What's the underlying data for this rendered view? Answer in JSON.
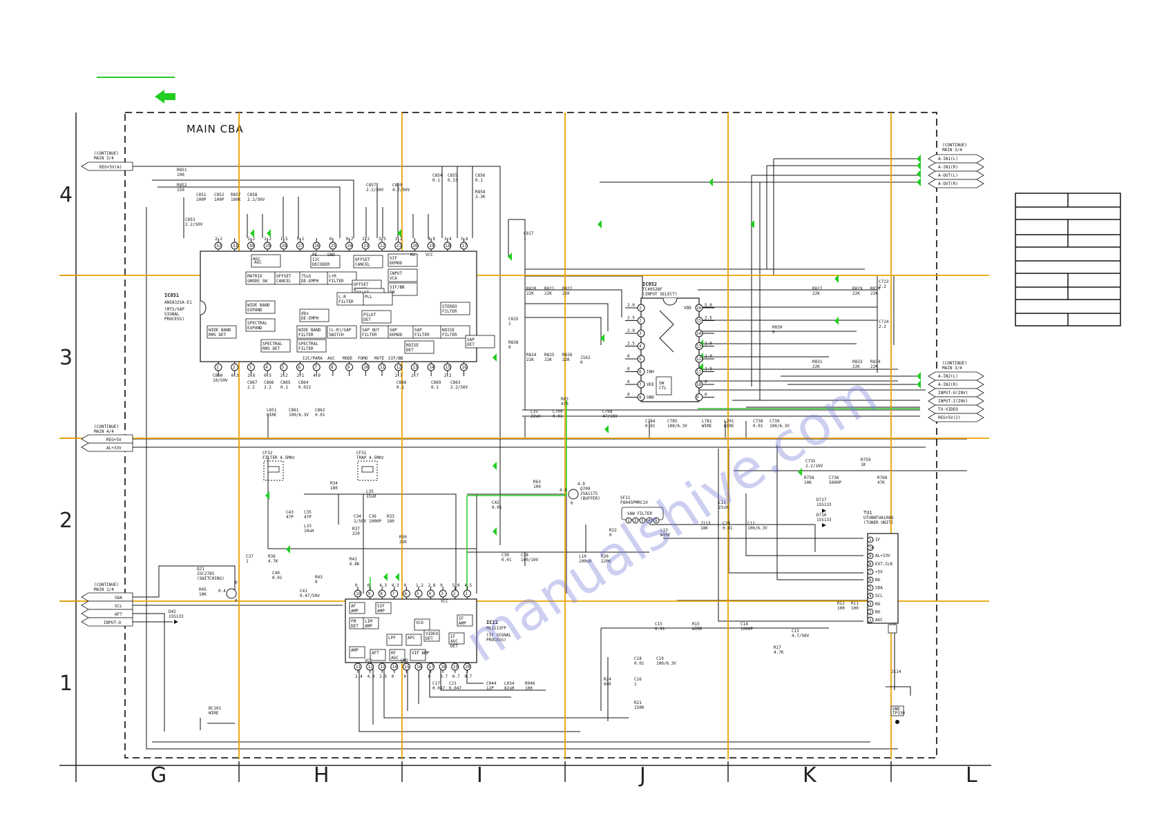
{
  "title": "MAIN CBA",
  "rows": [
    "4",
    "3",
    "2",
    "1"
  ],
  "cols": [
    "G",
    "H",
    "I",
    "J",
    "K",
    "L"
  ],
  "watermark": "manualshive.com",
  "colors": {
    "accent_green": "#22cc22",
    "grid_orange": "#e8a200",
    "ink": "#111111"
  },
  "left_connectors": [
    {
      "group": "(CONTINUE)\nMAIN 3/4",
      "signals": [
        "REG+5V(A)"
      ]
    },
    {
      "group": "(CONTINUE)\nMAIN 4/4",
      "signals": [
        "REG+5V",
        "AL+33V"
      ]
    },
    {
      "group": "(CONTINUE)\nMAIN 1/4",
      "signals": [
        "SDA",
        "SCL",
        "AFT",
        "INPUT-O"
      ]
    }
  ],
  "right_connectors": [
    {
      "group": "(CONTINUE)\nMAIN 3/4",
      "signals": [
        "A-IN1(L)",
        "A-IN1(R)",
        "A-OUT(L)",
        "A-OUT(R)"
      ]
    },
    {
      "group": "(CONTINUE)\nMAIN 3/4",
      "signals": [
        "A-IN2(L)",
        "A-IN2(R)",
        "INPUT-O(INV)",
        "INPUT-I(INV)",
        "TU-VIDEO",
        "REG+5V(2)"
      ]
    }
  ],
  "ic851": {
    "name": "IC851",
    "part": "AN5832SA-E1",
    "desc": "(MTS/SAP\nSIGNAL\nPROCESS)",
    "top_pins": [
      "32",
      "31",
      "30",
      "29",
      "28",
      "27",
      "26",
      "25",
      "24",
      "23",
      "22",
      "21",
      "20",
      "19",
      "18",
      "17"
    ],
    "top_volts": [
      "2.2",
      "",
      "2.2",
      "2.2",
      "1.5",
      "5.1",
      "",
      "0",
      "0.2",
      "2.2",
      "3.5",
      "2.2",
      "",
      "4.9",
      "3.4",
      "3.4"
    ],
    "bottom_pins": [
      "1",
      "2",
      "3",
      "4",
      "5",
      "6",
      "7",
      "8",
      "9",
      "10",
      "11",
      "12",
      "13",
      "14",
      "15",
      "16"
    ],
    "bottom_volts": [
      "",
      "0.3",
      "2.8",
      "0.5",
      "2.2",
      "2.1",
      "4.9",
      "",
      "",
      "",
      "",
      "2.7",
      "2.7",
      "",
      "2.2",
      ""
    ],
    "top_names": [
      "AGC",
      "PE",
      "GND",
      "NU",
      "VCC"
    ],
    "bottom_names": [
      "I2C/PARA",
      "AGC",
      "MODE",
      "FOMO",
      "MUTE",
      "SIF/BB"
    ],
    "blocks": [
      "AGC",
      "I2C\nDECODER",
      "OFFSET\nCANCEL",
      "SIF\nDEMOD",
      "MATRIX\n&MODE SW",
      "OFFSET\nCANCEL",
      "75uS\nDE-EMPH",
      "L+R\nFILTER",
      "INPUT\nVCA",
      "OFFSET\nCANCEL",
      "PILOT\nCANCEL",
      "SIF/BB\nSW",
      "WIDE BAND\nEXPAND",
      "L-R\nFILTER",
      "PLL",
      "STEREO\nFILTER",
      "SPECTRAL\nEXPAND",
      "dbx\nDE-EMPH",
      "PILOT\nDET",
      "WIDE BAND\nRMS DET",
      "SPECTRAL\nRMS DET",
      "WIDE BAND\nFILTER",
      "SPECTRAL\nFILTER",
      "(L-R)/SAP\nSWITCH",
      "SAP OUT\nFILTER",
      "SAP\nDEMOD",
      "SAP\nFILTER",
      "NOISE\nFILTER",
      "NOISE\nDET",
      "SAP\nDET"
    ]
  },
  "ic852": {
    "name": "IC852",
    "part": "TC4052BF",
    "desc": "(INPUT SELECT)",
    "left_pins": [
      "1",
      "2",
      "3",
      "4",
      "5",
      "6",
      "7",
      "8"
    ],
    "left_volts": [
      "2.0",
      "2.5",
      "2.0",
      "2.5",
      "0",
      "0",
      "0",
      "0"
    ],
    "left_names": [
      "",
      "",
      "",
      "",
      "",
      "INH",
      "VEE",
      "GND"
    ],
    "right_pins": [
      "16",
      "15",
      "14",
      "13",
      "12",
      "11",
      "10",
      "9"
    ],
    "right_volts": [
      "5.0",
      "2.5",
      "",
      "2.0",
      "2.0",
      "2.5",
      "0",
      "0"
    ],
    "right_names": [
      "VDD",
      "",
      "",
      "",
      "",
      "",
      "",
      ""
    ],
    "blocks": [
      "SW\nCTL"
    ]
  },
  "ic11": {
    "name": "IC11",
    "part": "M61113FP",
    "desc": "(IF SIGNAL\nPROCESS)",
    "top_pins": [
      "10",
      "9",
      "8",
      "7",
      "6",
      "5",
      "4",
      "3",
      "2",
      "1"
    ],
    "top_volts": [
      "0",
      "0",
      "4.3",
      "4.3",
      "0",
      "1.2",
      "2.8",
      "0",
      "5.0",
      "4.5"
    ],
    "bottom_pins": [
      "11",
      "12",
      "13",
      "14",
      "15",
      "16",
      "17",
      "18",
      "19",
      "20"
    ],
    "bottom_volts": [
      "2.4",
      "4.9",
      "2.5",
      "0",
      "0",
      "",
      "0",
      "0.7",
      "0.7",
      "0.7"
    ],
    "names": [
      "VCC",
      "GND",
      "VCC"
    ],
    "blocks": [
      "AF\nAMP",
      "SIF\nAMP",
      "FM\nDET",
      "LIM\nAMP",
      "VCO",
      "IF\nAMP",
      "LPF",
      "VIDEO\nDET",
      "APC",
      "IF\nAGC\nDET",
      "AFT",
      "RF\nAGC",
      "VIF AMP",
      "AMP"
    ]
  },
  "tuner": {
    "name": "TU1",
    "part": "UTUNNTUA1088",
    "desc": "(TUNER UNIT)",
    "pins": [
      "11",
      "10",
      "9",
      "8",
      "7",
      "6",
      "5",
      "4",
      "3",
      "2",
      "1"
    ],
    "pin_names": [
      "IF",
      "",
      "AL+33V",
      "EXT.CLK",
      "+5V",
      "NU",
      "SDA",
      "SCL",
      "NU",
      "NU",
      "AGC"
    ]
  },
  "saw_filter": {
    "name": "SF11",
    "part": "F8045PMRC19",
    "label": "SAW FILTER",
    "pins": [
      "1",
      "2",
      "3",
      "4",
      "5"
    ]
  },
  "q709": {
    "name": "Q709",
    "part": "2SA1175",
    "desc": "(BUFFER)",
    "volts": [
      "4.9",
      "4.8",
      "0"
    ]
  },
  "q21": {
    "name": "Q21",
    "part": "2SC2785",
    "desc": "(SWITCHING)",
    "volts": [
      "0",
      "0.4",
      "0"
    ]
  },
  "cf32": {
    "name": "CF32",
    "desc": "FILTER 4.5MHz"
  },
  "cf31": {
    "name": "CF31",
    "desc": "TRAP 4.5MHz"
  },
  "d42": {
    "name": "D42",
    "part": "1SS133"
  },
  "d717": {
    "name": "D717",
    "part": "1SS133"
  },
  "d716": {
    "name": "D716",
    "part": "1SS133"
  },
  "j114": {
    "name": "J114"
  },
  "gnd_tp": {
    "name": "GND",
    "tp": "TP330"
  },
  "bc101": {
    "name": "BC101",
    "part": "WIRE"
  },
  "components": [
    {
      "ref": "R851",
      "val": "100"
    },
    {
      "ref": "R852",
      "val": "150"
    },
    {
      "ref": "C851",
      "val": "100P"
    },
    {
      "ref": "C852",
      "val": "100P"
    },
    {
      "ref": "R857",
      "val": "180K"
    },
    {
      "ref": "C858",
      "val": "2.2/50V"
    },
    {
      "ref": "C853",
      "val": "2.2/50V"
    },
    {
      "ref": "C857",
      "val": "2.2/50V"
    },
    {
      "ref": "C859",
      "val": "4.7/50V"
    },
    {
      "ref": "C854",
      "val": "0.1"
    },
    {
      "ref": "C855",
      "val": "0.33"
    },
    {
      "ref": "C856",
      "val": "0.1"
    },
    {
      "ref": "R858",
      "val": "3.3K"
    },
    {
      "ref": "C817",
      "val": "1"
    },
    {
      "ref": "C815",
      "val": "1"
    },
    {
      "ref": "R838",
      "val": "0"
    },
    {
      "ref": "R820",
      "val": "22K"
    },
    {
      "ref": "R821",
      "val": "22K"
    },
    {
      "ref": "R822",
      "val": "22K"
    },
    {
      "ref": "R824",
      "val": "22K"
    },
    {
      "ref": "R825",
      "val": "22K"
    },
    {
      "ref": "R826",
      "val": "22K"
    },
    {
      "ref": "J162",
      "val": "0"
    },
    {
      "ref": "R827",
      "val": "22K"
    },
    {
      "ref": "R829",
      "val": "22K"
    },
    {
      "ref": "R830",
      "val": "22K"
    },
    {
      "ref": "C713",
      "val": "2.2"
    },
    {
      "ref": "C714",
      "val": "2.2"
    },
    {
      "ref": "R839",
      "val": "0"
    },
    {
      "ref": "R831",
      "val": "22K"
    },
    {
      "ref": "R833",
      "val": "22K"
    },
    {
      "ref": "R834",
      "val": "22K"
    },
    {
      "ref": "C860",
      "val": "10/50V"
    },
    {
      "ref": "C867",
      "val": "2.2"
    },
    {
      "ref": "C866",
      "val": "2.2"
    },
    {
      "ref": "C865",
      "val": "0.1"
    },
    {
      "ref": "C864",
      "val": "0.022"
    },
    {
      "ref": "C868",
      "val": "0.1"
    },
    {
      "ref": "C869",
      "val": "0.1"
    },
    {
      "ref": "C863",
      "val": "2.2/50V"
    },
    {
      "ref": "L851",
      "val": "WIRE"
    },
    {
      "ref": "C861",
      "val": "100/6.3V"
    },
    {
      "ref": "C862",
      "val": "0.01"
    },
    {
      "ref": "L31",
      "val": "22uH"
    },
    {
      "ref": "C709",
      "val": "0.01"
    },
    {
      "ref": "R65",
      "val": "470"
    },
    {
      "ref": "C768",
      "val": "47/16V"
    },
    {
      "ref": "C784",
      "val": "0.01"
    },
    {
      "ref": "C785",
      "val": "100/6.3V"
    },
    {
      "ref": "L781",
      "val": "WIRE"
    },
    {
      "ref": "L201",
      "val": "WIRE"
    },
    {
      "ref": "C738",
      "val": "0.01"
    },
    {
      "ref": "C739",
      "val": "100/6.3V"
    },
    {
      "ref": "C735",
      "val": "2.2/10V"
    },
    {
      "ref": "R759",
      "val": "1K"
    },
    {
      "ref": "R758",
      "val": "10K"
    },
    {
      "ref": "C736",
      "val": "5600P"
    },
    {
      "ref": "R760",
      "val": "47K"
    },
    {
      "ref": "R34",
      "val": "180"
    },
    {
      "ref": "L35",
      "val": "15uH"
    },
    {
      "ref": "C43",
      "val": "47P"
    },
    {
      "ref": "C35",
      "val": "47P"
    },
    {
      "ref": "L33",
      "val": "10uH"
    },
    {
      "ref": "C34",
      "val": "1/50V"
    },
    {
      "ref": "C36",
      "val": "1000P"
    },
    {
      "ref": "R33",
      "val": "180"
    },
    {
      "ref": "R37",
      "val": "220"
    },
    {
      "ref": "R63",
      "val": "100"
    },
    {
      "ref": "C42",
      "val": "0.01"
    },
    {
      "ref": "R30",
      "val": "22K"
    },
    {
      "ref": "C39",
      "val": "0.01"
    },
    {
      "ref": "C38",
      "val": "100/10V"
    },
    {
      "ref": "L10",
      "val": "100uH"
    },
    {
      "ref": "R20",
      "val": "220K"
    },
    {
      "ref": "R22",
      "val": "0"
    },
    {
      "ref": "L13",
      "val": "WIRE"
    },
    {
      "ref": "L11",
      "val": "22uH"
    },
    {
      "ref": "J113",
      "val": "18K"
    },
    {
      "ref": "C20",
      "val": "0.01"
    },
    {
      "ref": "C12",
      "val": "100/6.3V"
    },
    {
      "ref": "C37",
      "val": "1"
    },
    {
      "ref": "R36",
      "val": "4.7K"
    },
    {
      "ref": "C40",
      "val": "0.01"
    },
    {
      "ref": "R41",
      "val": "6.8K"
    },
    {
      "ref": "R43",
      "val": "0"
    },
    {
      "ref": "C41",
      "val": "0.47/50V"
    },
    {
      "ref": "R45",
      "val": "10K"
    },
    {
      "ref": "C15",
      "val": "0.01"
    },
    {
      "ref": "R15",
      "val": "WIRE"
    },
    {
      "ref": "C14",
      "val": "1000P"
    },
    {
      "ref": "C13",
      "val": "4.7/50V"
    },
    {
      "ref": "R17",
      "val": "4.7K"
    },
    {
      "ref": "R12",
      "val": "100"
    },
    {
      "ref": "R11",
      "val": "100"
    },
    {
      "ref": "C18",
      "val": "0.01"
    },
    {
      "ref": "C19",
      "val": "100/6.3V"
    },
    {
      "ref": "C16",
      "val": "1"
    },
    {
      "ref": "R24",
      "val": "68K"
    },
    {
      "ref": "R21",
      "val": "150K"
    },
    {
      "ref": "C17",
      "val": "0.047"
    },
    {
      "ref": "C21",
      "val": "0.047"
    },
    {
      "ref": "C044",
      "val": "12P"
    },
    {
      "ref": "L034",
      "val": "82uH"
    },
    {
      "ref": "R046",
      "val": "100"
    }
  ]
}
